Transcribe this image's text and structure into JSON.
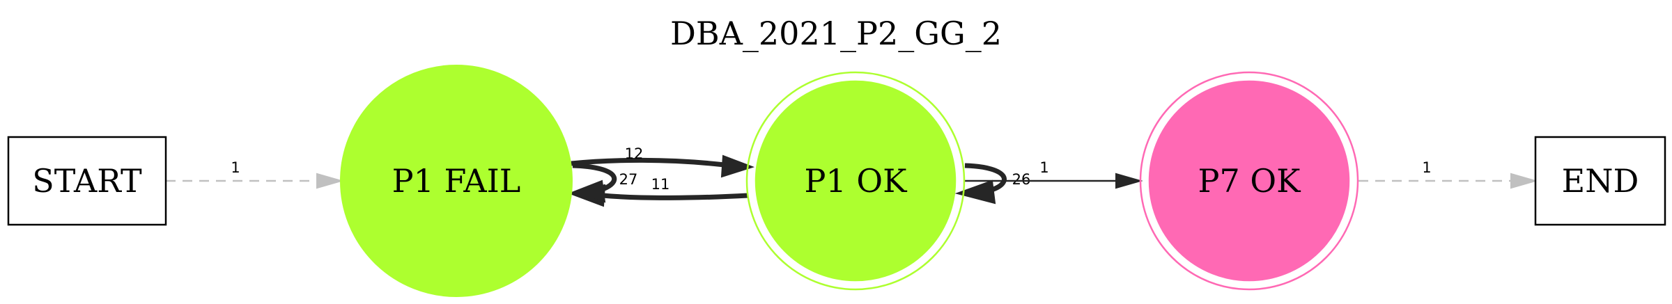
{
  "title": "DBA_2021_P2_GG_2",
  "nodes": {
    "start": {
      "label": "START",
      "shape": "box"
    },
    "p1_fail": {
      "label": "P1 FAIL",
      "shape": "circle",
      "fill": "#adff2f"
    },
    "p1_ok": {
      "label": "P1 OK",
      "shape": "doublecircle",
      "fill": "#adff2f"
    },
    "p7_ok": {
      "label": "P7 OK",
      "shape": "doublecircle",
      "fill": "#ff69b4"
    },
    "end": {
      "label": "END",
      "shape": "box"
    }
  },
  "edges": {
    "start_to_p1_fail": {
      "label": "1",
      "style": "dashed",
      "color": "#c0c0c0"
    },
    "p1_fail_to_p1_ok": {
      "label": "12",
      "style": "bold",
      "color": "#262626"
    },
    "p1_fail_self": {
      "label": "27",
      "style": "bold",
      "color": "#262626"
    },
    "p1_ok_to_p1_fail": {
      "label": "11",
      "style": "bold",
      "color": "#262626"
    },
    "p1_ok_self": {
      "label": "26",
      "style": "bold",
      "color": "#262626"
    },
    "p1_ok_to_p7_ok": {
      "label": "1",
      "style": "solid",
      "color": "#262626"
    },
    "p7_ok_to_end": {
      "label": "1",
      "style": "dashed",
      "color": "#c0c0c0"
    }
  }
}
